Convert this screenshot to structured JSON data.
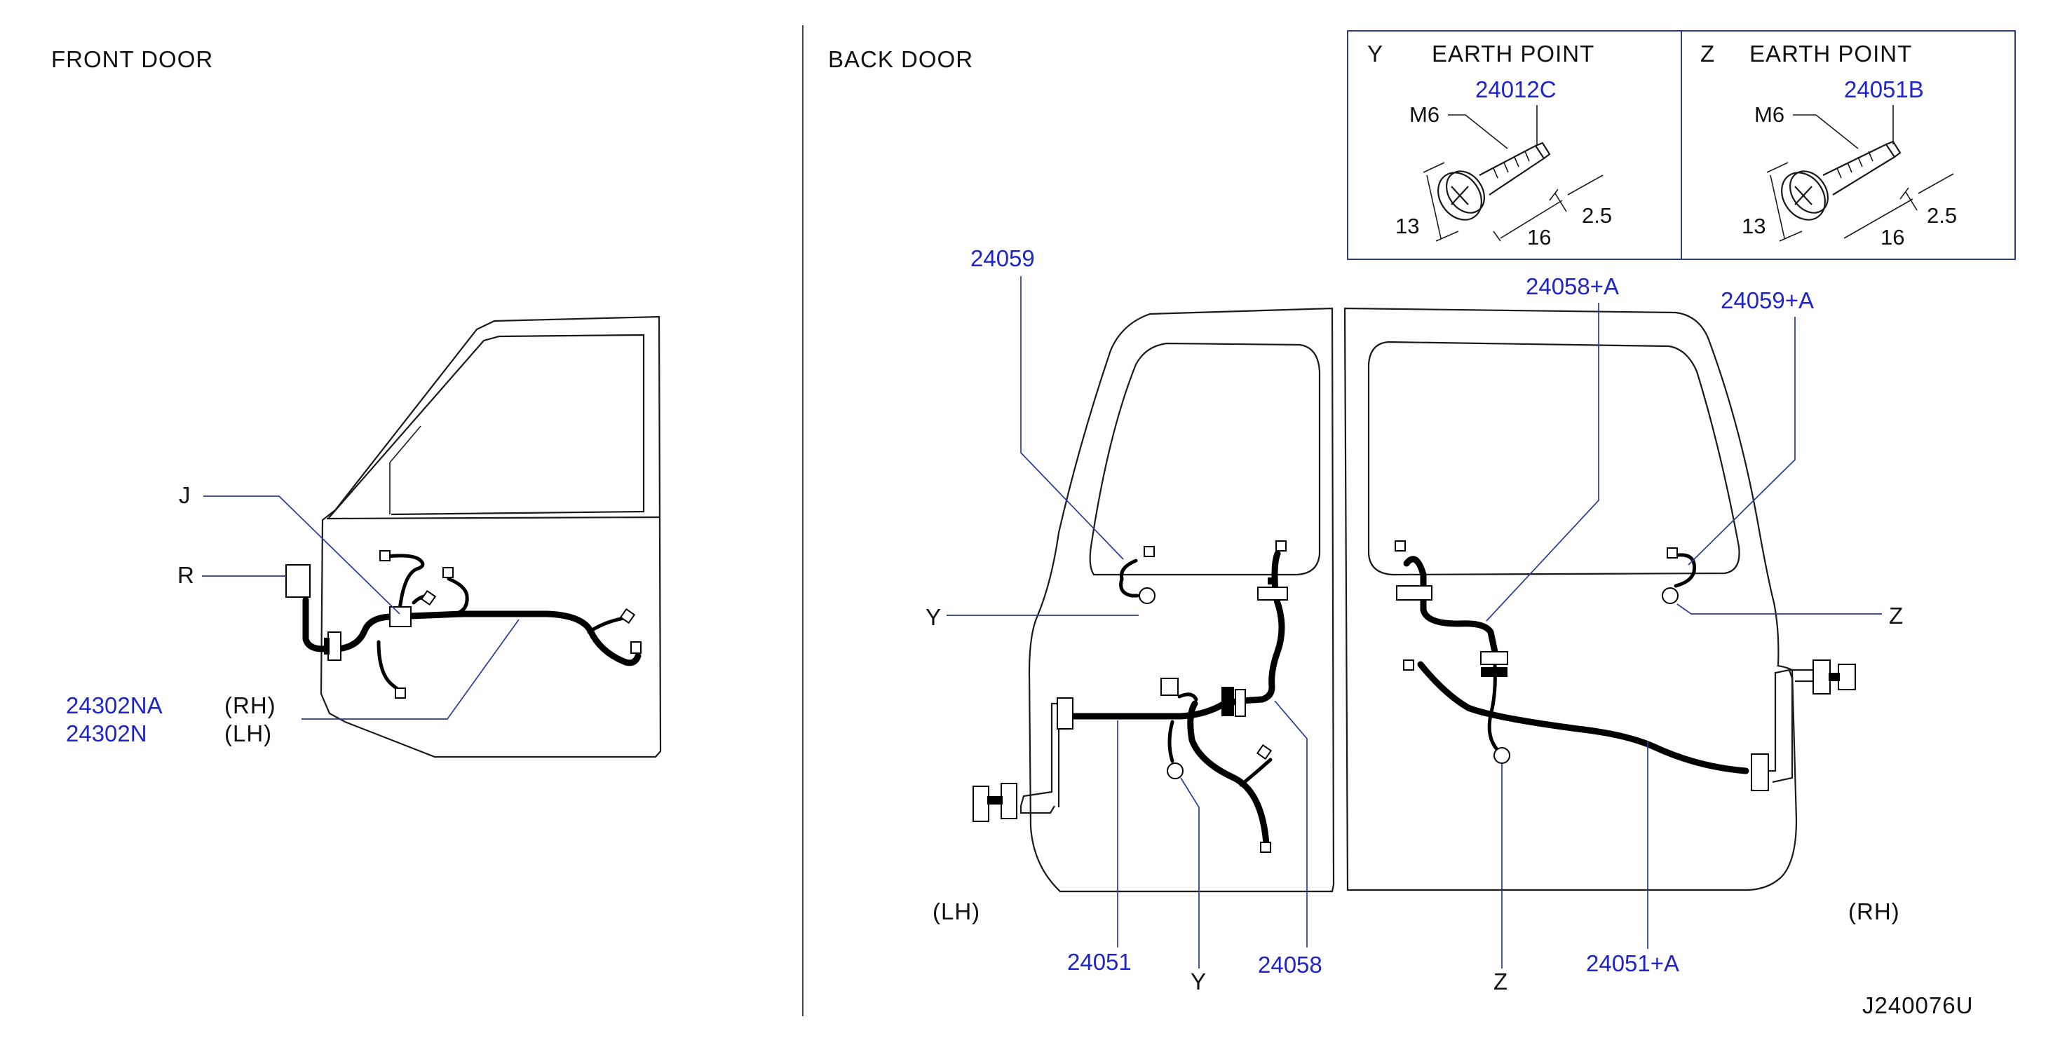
{
  "sections": {
    "front_door": "FRONT   DOOR",
    "back_door": "BACK   DOOR"
  },
  "earth_y": {
    "letter": "Y",
    "title": "EARTH   POINT",
    "part": "24012C",
    "bolt": "M6",
    "dim_head": "13",
    "dim_length": "16",
    "dim_tip": "2.5"
  },
  "earth_z": {
    "letter": "Z",
    "title": "EARTH   POINT",
    "part": "24051B",
    "bolt": "M6",
    "dim_head": "13",
    "dim_length": "16",
    "dim_tip": "2.5"
  },
  "front": {
    "label_j": "J",
    "label_r": "R",
    "part_rh": "24302NA",
    "side_rh": "(RH)",
    "part_lh": "24302N",
    "side_lh": "(LH)"
  },
  "back": {
    "p_24059": "24059",
    "p_24058a": "24058+A",
    "p_24059a": "24059+A",
    "label_y_left": "Y",
    "label_z_right": "Z",
    "side_lh": "(LH)",
    "side_rh": "(RH)",
    "p_24051": "24051",
    "label_y_bottom": "Y",
    "p_24058": "24058",
    "label_z_bottom": "Z",
    "p_24051a": "24051+A"
  },
  "diagram_id": "J240076U"
}
